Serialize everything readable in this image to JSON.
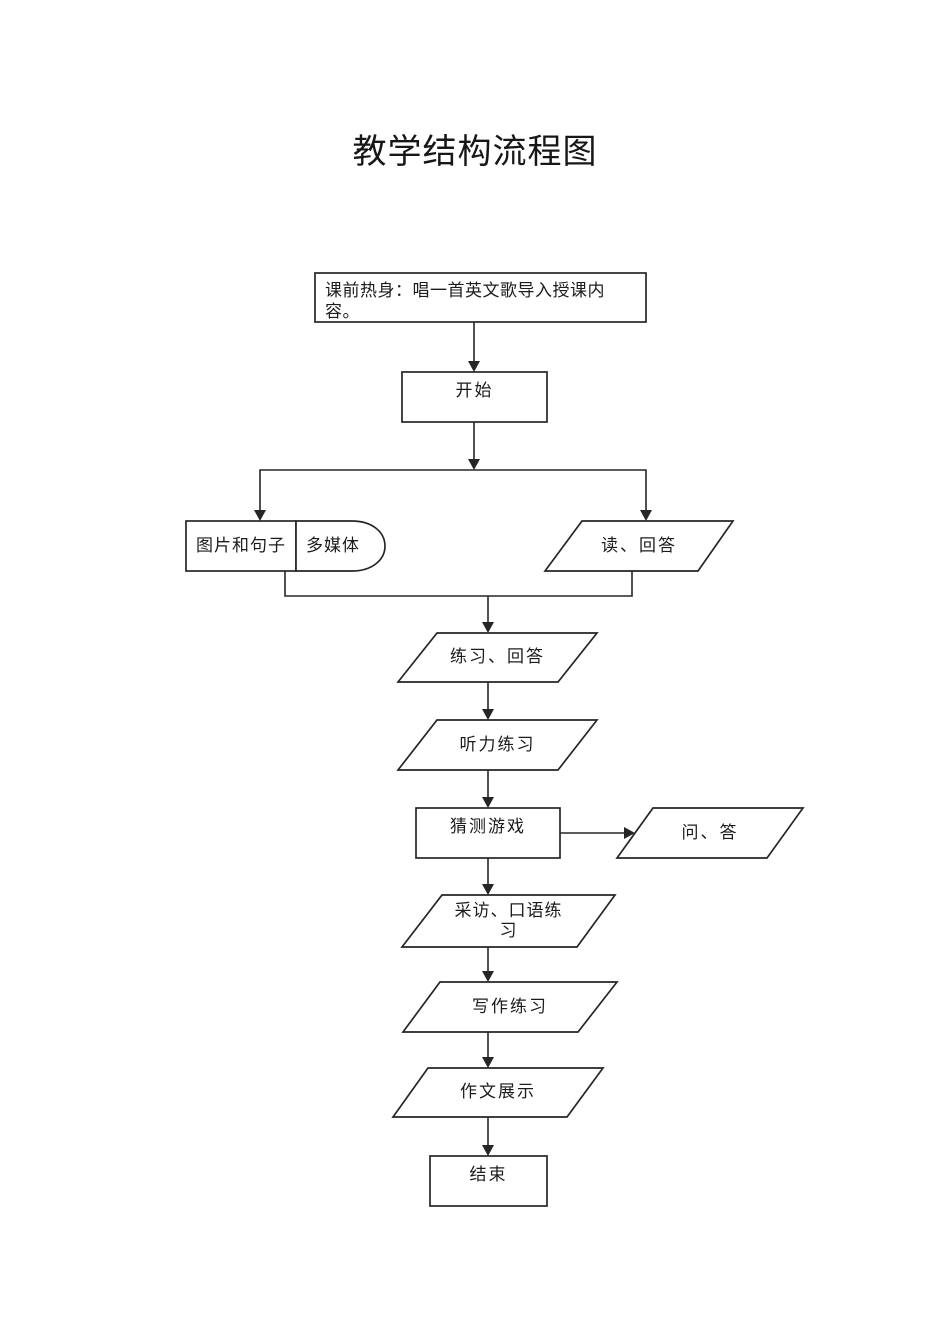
{
  "page": {
    "title": "教学结构流程图"
  },
  "flowchart": {
    "nodes": {
      "warmup": {
        "label": "课前热身：唱一首英文歌导入授课内容。",
        "shape": "rectangle"
      },
      "start": {
        "label": "开始",
        "shape": "rectangle"
      },
      "pictures": {
        "label": "图片和句子",
        "shape": "rectangle"
      },
      "multimedia": {
        "label": "多媒体",
        "shape": "delay"
      },
      "read_answer": {
        "label": "读、回答",
        "shape": "parallelogram"
      },
      "practice_answer": {
        "label": "练习、回答",
        "shape": "parallelogram"
      },
      "listening": {
        "label": "听力练习",
        "shape": "parallelogram"
      },
      "guessing": {
        "label": "猜测游戏",
        "shape": "rectangle"
      },
      "question_answer": {
        "label": "问、答",
        "shape": "parallelogram"
      },
      "interview": {
        "label": "采访、口语练习",
        "shape": "parallelogram"
      },
      "writing": {
        "label": "写作练习",
        "shape": "parallelogram"
      },
      "essay_show": {
        "label": "作文展示",
        "shape": "parallelogram"
      },
      "end": {
        "label": "结束",
        "shape": "rectangle"
      }
    },
    "colors": {
      "stroke": "#262626",
      "fill": "#ffffff",
      "background": "#ffffff"
    }
  }
}
